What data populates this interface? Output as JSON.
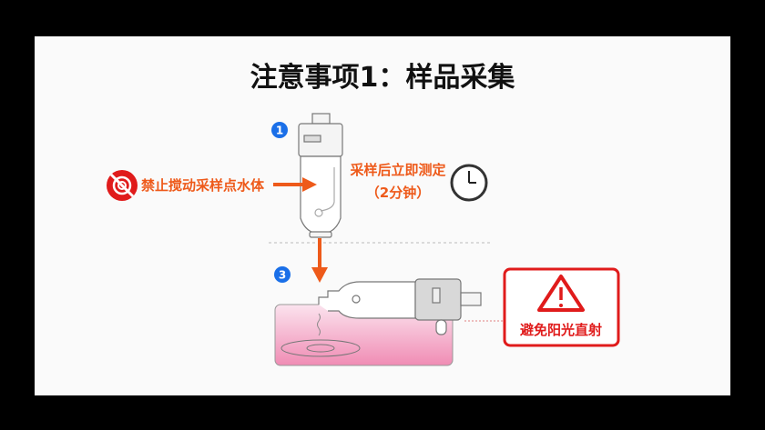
{
  "title": "注意事项1：样品采集",
  "steps": [
    {
      "badge": "1"
    },
    {
      "badge": "3"
    }
  ],
  "no_stir": {
    "icon": "no-stir-icon",
    "label": "禁止搅动采样点水体"
  },
  "measure": {
    "line1": "采样后立即测定",
    "line2": "（2分钟）",
    "icon": "clock-icon"
  },
  "warning": {
    "icon": "warning-triangle-icon",
    "label": "避免阳光直射"
  },
  "colors": {
    "accent_orange": "#ee5a1a",
    "warning_red": "#e01b1b",
    "badge_blue": "#1a6fe8",
    "water_pink": "#f08cb4"
  }
}
